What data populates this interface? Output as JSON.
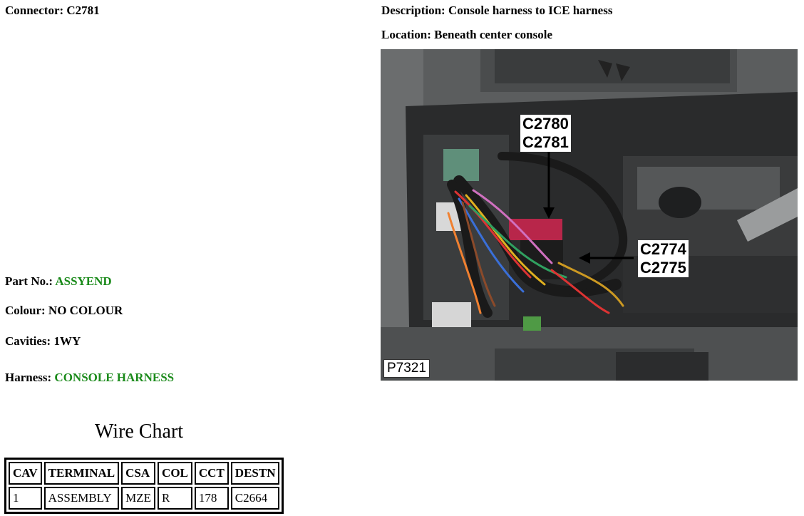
{
  "connector": {
    "label": "Connector:",
    "value": "C2781"
  },
  "description": {
    "label": "Description:",
    "value": "Console harness to ICE harness"
  },
  "location": {
    "label": "Location:",
    "value": "Beneath center console"
  },
  "part_no": {
    "label": "Part No.:",
    "value": "ASSYEND"
  },
  "colour": {
    "label": "Colour:",
    "value": "NO COLOUR"
  },
  "cavities": {
    "label": "Cavities:",
    "value": "1WY"
  },
  "harness": {
    "label": "Harness:",
    "value": "CONSOLE HARNESS"
  },
  "link_color": "#1a8a1a",
  "wire_chart": {
    "title": "Wire Chart",
    "headers": [
      "CAV",
      "TERMINAL",
      "CSA",
      "COL",
      "CCT",
      "DESTN"
    ],
    "rows": [
      [
        "1",
        "ASSEMBLY",
        "MZE",
        "R",
        "178",
        "C2664"
      ]
    ]
  },
  "photo": {
    "callout_top": [
      "C2780",
      "C2781"
    ],
    "callout_right": [
      "C2774",
      "C2775"
    ],
    "photo_id": "P7321"
  }
}
